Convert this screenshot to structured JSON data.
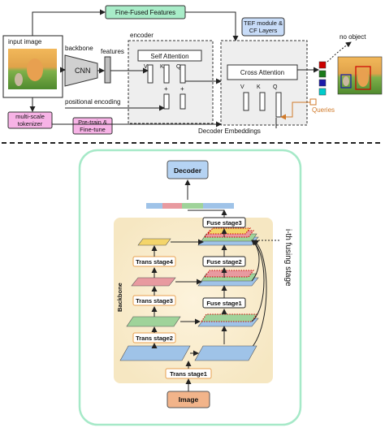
{
  "top": {
    "input_image_label": "input image",
    "backbone_label": "backbone",
    "cnn_label": "CNN",
    "features_label": "features",
    "encoder_label": "encoder",
    "fine_fused_label": "Fine-Fused Features",
    "tef_label_line1": "TEF module &",
    "tef_label_line2": "CF Layers",
    "self_attention_label": "Self Attention",
    "cross_attention_label": "Cross Attention",
    "positional_encoding_label": "positional encoding",
    "multiscale_line1": "multi-scale",
    "multiscale_line2": "tokenizer",
    "pretrain_line1": "Pre-train &",
    "pretrain_line2": "Fine-tune",
    "decoder_embeddings_label": "Decoder Embeddings",
    "queries_label": "Queries",
    "no_object_label": "no object",
    "v_label": "V",
    "k_label": "K",
    "q_label": "Q",
    "plus_label": "+",
    "class_colors": [
      "#cc0000",
      "#1a7a1a",
      "#1a1aaa",
      "#00cccc"
    ]
  },
  "bottom": {
    "decoder_label": "Decoder",
    "fuse_stage3": "Fuse stage3",
    "fuse_stage2": "Fuse stage2",
    "fuse_stage1": "Fuse stage1",
    "trans_stage4": "Trans stage4",
    "trans_stage3": "Trans stage3",
    "trans_stage2": "Trans stage2",
    "trans_stage1": "Trans stage1",
    "image_label": "Image",
    "backbone_label": "Backbone",
    "ith_fusing_label": "i-th fusing stage",
    "token_colors": [
      "#9fc3e8",
      "#e89aa0",
      "#9fd39a",
      "#9fc3e8"
    ]
  }
}
